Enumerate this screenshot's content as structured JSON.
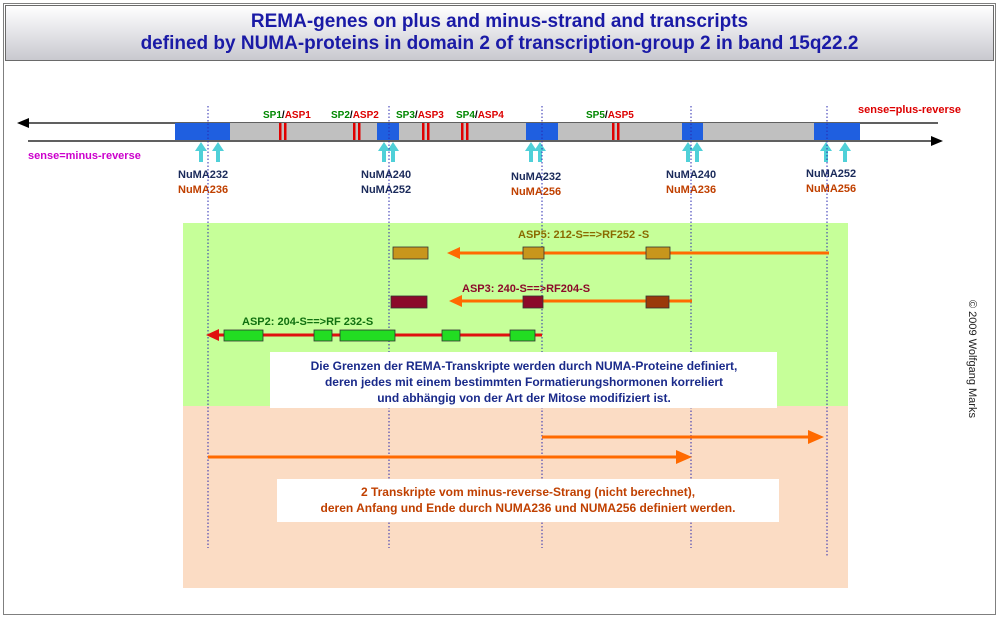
{
  "title": {
    "line1": "REMA-genes on plus and minus-strand and transcripts",
    "line2": "defined by NUMA-proteins in domain 2 of transcription-group 2 in band 15q22.2"
  },
  "strand_labels": {
    "plus": "sense=plus-reverse",
    "minus": "sense=minus-reverse"
  },
  "sp_labels": [
    {
      "sp": "SP1",
      "asp": "ASP1"
    },
    {
      "sp": "SP2",
      "asp": "ASP2"
    },
    {
      "sp": "SP3",
      "asp": "ASP3"
    },
    {
      "sp": "SP4",
      "asp": "ASP4"
    },
    {
      "sp": "SP5",
      "asp": "ASP5"
    }
  ],
  "numa_labels": [
    {
      "top": "NuMA232",
      "bottom": "NuMA236"
    },
    {
      "top": "NuMA240",
      "bottom": "NuMA252"
    },
    {
      "top": "NuMA232",
      "bottom": "NuMA256"
    },
    {
      "top": "NuMA240",
      "bottom": "NuMA236"
    },
    {
      "top": "NuMA252",
      "bottom": "NuMA256"
    }
  ],
  "transcripts": {
    "asp5": "ASP5: 212-S==>RF252 -S",
    "asp3": "ASP3: 240-S==>RF204-S",
    "asp2": "ASP2: 204-S==>RF 232-S"
  },
  "info_green": {
    "line1": "Die Grenzen der REMA-Transkripte werden durch NUMA-Proteine definiert,",
    "line2": "deren jedes mit einem bestimmten Formatierungshormonen korreliert",
    "line3": "und abhängig von der Art der Mitose modifiziert ist."
  },
  "info_orange": {
    "line1": "2 Transkripte vom minus-reverse-Strang (nicht berechnet),",
    "line2": "deren Anfang und Ende durch NUMA236 und NUMA256 definiert werden."
  },
  "copyright": "© 2009 Wolfgang Marks",
  "colors": {
    "title": "#1a1aa6",
    "gene_blue": "#1f5fe0",
    "gene_gray": "#c0c0c0",
    "arrow_cyan": "#4fd0d8",
    "green_region": "#c6ff99",
    "orange_region": "#fbdcc4",
    "orange_arrow": "#ff6a00",
    "red_arrow": "#e01010",
    "sp_green": "#008800",
    "asp_red": "#dd0000",
    "numa_bottom": "#c04000",
    "asp5_box": "#c8961c",
    "asp3_box": "#8b0a2a",
    "asp3_box_right": "#9a3a0a",
    "asp2_box": "#22dd22",
    "minus_label": "#cc00cc"
  }
}
